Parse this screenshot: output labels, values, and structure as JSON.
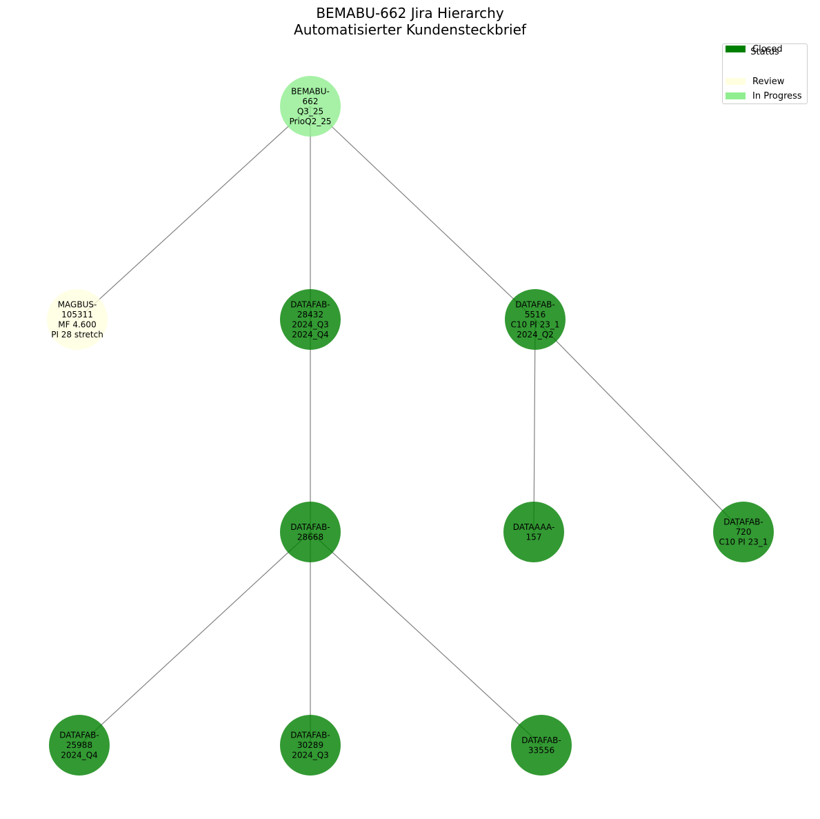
{
  "title": {
    "line1": "BEMABU-662 Jira Hierarchy",
    "line2": "Automatisierter Kundensteckbrief"
  },
  "colors": {
    "review": "#ffffe0",
    "in_progress": "#90ee90",
    "closed": "#008000",
    "edge": "#808080"
  },
  "legend": {
    "title": "Status",
    "items": [
      {
        "label": "Review",
        "color": "#ffffe0"
      },
      {
        "label": "In Progress",
        "color": "#90ee90"
      },
      {
        "label": "Closed",
        "color": "#008000"
      }
    ]
  },
  "nodes": [
    {
      "id": "BEMABU-662",
      "status": "In Progress",
      "label_lines": [
        "BEMABU-",
        "662",
        "Q3_25",
        "PrioQ2_25"
      ]
    },
    {
      "id": "MAGBUS-105311",
      "status": "Review",
      "label_lines": [
        "MAGBUS-",
        "105311",
        "MF 4.600",
        "PI 28 stretch"
      ]
    },
    {
      "id": "DATAFAB-28432",
      "status": "Closed",
      "label_lines": [
        "DATAFAB-",
        "28432",
        "2024_Q3",
        "2024_Q4"
      ]
    },
    {
      "id": "DATAFAB-5516",
      "status": "Closed",
      "label_lines": [
        "DATAFAB-",
        "5516",
        "C10 PI 23_1",
        "2024_Q2"
      ]
    },
    {
      "id": "DATAFAB-28668",
      "status": "Closed",
      "label_lines": [
        "DATAFAB-",
        "28668"
      ]
    },
    {
      "id": "DATAAAA-157",
      "status": "Closed",
      "label_lines": [
        "DATAAAA-",
        "157"
      ]
    },
    {
      "id": "DATAFAB-720",
      "status": "Closed",
      "label_lines": [
        "DATAFAB-",
        "720",
        "C10 PI 23_1"
      ]
    },
    {
      "id": "DATAFAB-25988",
      "status": "Closed",
      "label_lines": [
        "DATAFAB-",
        "25988",
        "2024_Q4"
      ]
    },
    {
      "id": "DATAFAB-30289",
      "status": "Closed",
      "label_lines": [
        "DATAFAB-",
        "30289",
        "2024_Q3"
      ]
    },
    {
      "id": "DATAFAB-33556",
      "status": "Closed",
      "label_lines": [
        "DATAFAB-",
        "33556"
      ]
    }
  ],
  "edges": [
    {
      "from": "BEMABU-662",
      "to": "MAGBUS-105311"
    },
    {
      "from": "BEMABU-662",
      "to": "DATAFAB-28432"
    },
    {
      "from": "BEMABU-662",
      "to": "DATAFAB-5516"
    },
    {
      "from": "DATAFAB-28432",
      "to": "DATAFAB-28668"
    },
    {
      "from": "DATAFAB-5516",
      "to": "DATAAAA-157"
    },
    {
      "from": "DATAFAB-5516",
      "to": "DATAFAB-720"
    },
    {
      "from": "DATAFAB-28668",
      "to": "DATAFAB-25988"
    },
    {
      "from": "DATAFAB-28668",
      "to": "DATAFAB-30289"
    },
    {
      "from": "DATAFAB-28668",
      "to": "DATAFAB-33556"
    }
  ]
}
